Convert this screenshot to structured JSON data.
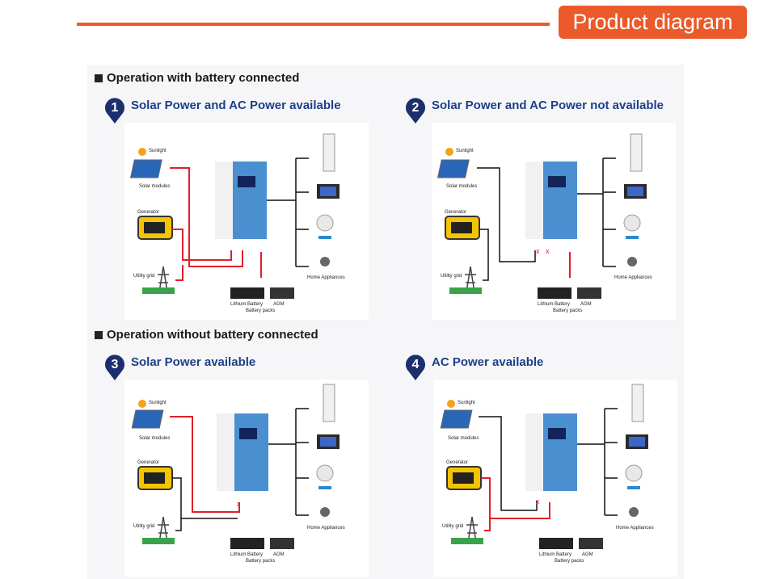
{
  "header": {
    "title": "Product diagram"
  },
  "sections": [
    {
      "label": "Operation with battery connected"
    },
    {
      "label": "Operation without battery connected"
    }
  ],
  "panels": [
    {
      "number": "1",
      "title": "Solar Power and AC Power available"
    },
    {
      "number": "2",
      "title": "Solar Power and AC Power not available"
    },
    {
      "number": "3",
      "title": "Solar Power available"
    },
    {
      "number": "4",
      "title": "AC Power available"
    }
  ],
  "labels": {
    "sunlight": "Sunlight",
    "solar_modules": "Solar modules",
    "generator": "Generator",
    "utility_grid": "Utility grid",
    "lithium": "Lithium Battery",
    "agm": "AGM",
    "battery_packs": "Battery packs",
    "home_appliances": "Home Appliances"
  },
  "colors": {
    "accent": "#ea5a2a",
    "title_blue": "#1c3f8a",
    "wire_red": "#e0202a",
    "inverter_blue": "#4a8fd0"
  },
  "icons": [
    "map-pin-icon",
    "sun-icon",
    "solar-panel-icon",
    "generator-icon",
    "utility-tower-icon",
    "inverter-icon",
    "battery-icon",
    "air-conditioner-icon",
    "computer-icon",
    "fan-icon",
    "light-bulb-icon"
  ]
}
